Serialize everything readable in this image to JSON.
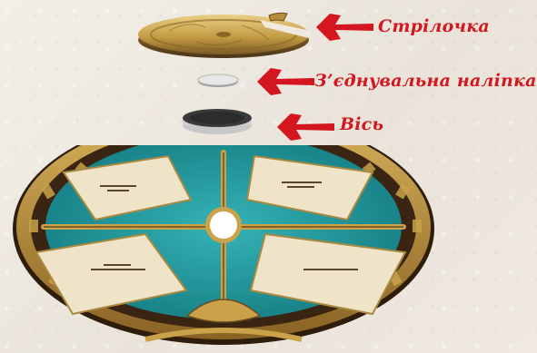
{
  "labels": {
    "pointer": "Стрілочка",
    "connector_sticker": "З’єднувальна наліпка",
    "axle": "Вісь"
  },
  "icons": {
    "pointer_part": "pointer-disc-icon",
    "sticker_part": "sticker-disc-icon",
    "axle_part": "axle-disc-icon",
    "base_wheel": "wheel-board-icon",
    "arrow": "left-arrow-icon"
  },
  "colors": {
    "label_red": "#d4171f",
    "gold": "#c9a24a",
    "teal": "#1f9aa0",
    "parchment": "#efe3c8",
    "dark_brown": "#3a2412"
  }
}
